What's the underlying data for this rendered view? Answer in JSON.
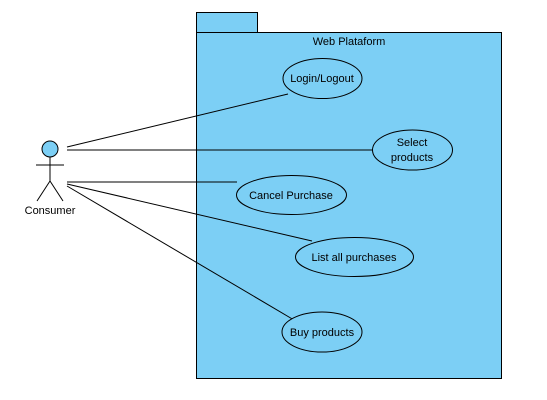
{
  "diagram": {
    "package": {
      "title": "Web Plataform",
      "fill": "#7ccff5"
    },
    "actor": {
      "name": "Consumer",
      "head_fill": "#7ccff5"
    },
    "use_cases": [
      {
        "id": "uc-login-logout",
        "lines": [
          "Login/Logout"
        ]
      },
      {
        "id": "uc-select-products",
        "lines": [
          "Select",
          "products"
        ]
      },
      {
        "id": "uc-cancel-purchase",
        "lines": [
          "Cancel Purchase"
        ]
      },
      {
        "id": "uc-list-all-purchases",
        "lines": [
          "List all purchases"
        ]
      },
      {
        "id": "uc-buy-products",
        "lines": [
          "Buy products"
        ]
      }
    ]
  }
}
